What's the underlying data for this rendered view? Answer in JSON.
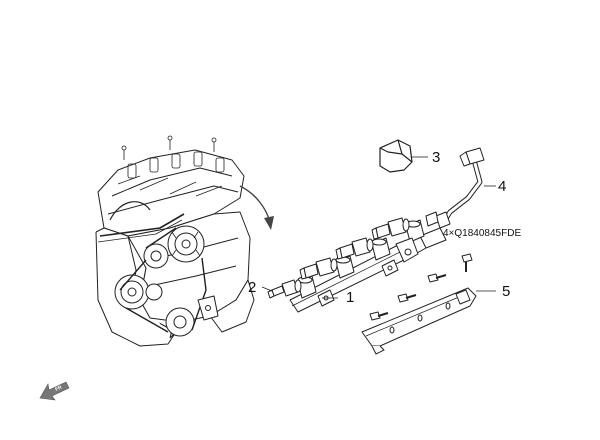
{
  "diagram": {
    "callouts": [
      {
        "id": "1",
        "label": "1"
      },
      {
        "id": "2",
        "label": "2"
      },
      {
        "id": "3",
        "label": "3"
      },
      {
        "id": "4",
        "label": "4"
      },
      {
        "id": "5",
        "label": "5"
      }
    ],
    "bolt_spec": "4×Q1840845FDE",
    "orientation_marker": "FR",
    "colors": {
      "line": "#222222",
      "background": "#ffffff",
      "arrow_fill": "#777777"
    }
  }
}
